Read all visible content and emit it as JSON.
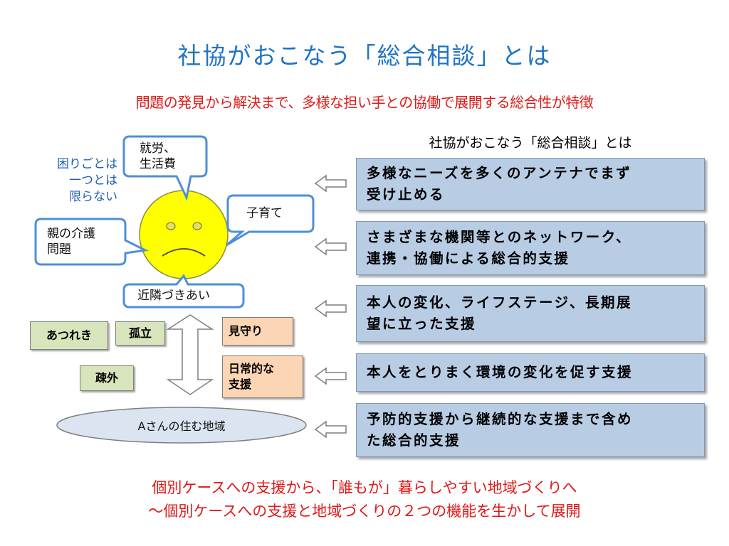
{
  "title": "社協がおこなう「総合相談」とは",
  "subtitle": "問題の発見から解決まで、多様な担い手との協働で展開する総合性が特徴",
  "right_panel": {
    "heading": "社協がおこなう「総合相談」とは",
    "boxes": [
      {
        "line1": "多様なニーズを多くのアンテナでまず",
        "line2": "受け止める"
      },
      {
        "line1": "さまざまな機関等とのネットワーク、",
        "line2": "連携・協働による総合的支援"
      },
      {
        "line1": "本人の変化、ライフステージ、長期展",
        "line2": "望に立った支援"
      },
      {
        "line1": "本人をとりまく環境の変化を促す支援",
        "line2": ""
      },
      {
        "line1": "予防的支援から継続的な支援まで含め",
        "line2": "た総合的支援"
      }
    ]
  },
  "left_panel": {
    "side_note": [
      "困りごとは",
      "一つとは",
      "限らない"
    ],
    "bubbles": {
      "work": [
        "就労、",
        "生活費"
      ],
      "child": [
        "子育て"
      ],
      "care": [
        "親の介護",
        "問題"
      ],
      "neighbor": [
        "近隣づきあい"
      ]
    },
    "tags": {
      "friction": "あつれき",
      "isolation": "孤立",
      "alienation": "疎外",
      "watch": "見守り",
      "daily1": "日常的な",
      "daily2": "支援"
    },
    "community": "Aさんの住む地域"
  },
  "bottom": {
    "line1": "個別ケースへの支援から、「誰もが」暮らしやすい地域づくりへ",
    "line2": "～個別ケースへの支援と地域づくりの２つの機能を生かして展開"
  },
  "colors": {
    "title": "#1f74c4",
    "accent_red": "#e01818",
    "box_fill": "#b8cce4",
    "bubble_border": "#4f8fd6",
    "face": "#ffff00",
    "green_tag": "#d8e4bc",
    "orange_tag": "#fcd5b4",
    "ellipse": "#dbe5f1"
  },
  "icons": {
    "face": "sad-face-icon",
    "arrows": "left-arrow-icon",
    "vertical": "double-headed-arrow-icon"
  }
}
